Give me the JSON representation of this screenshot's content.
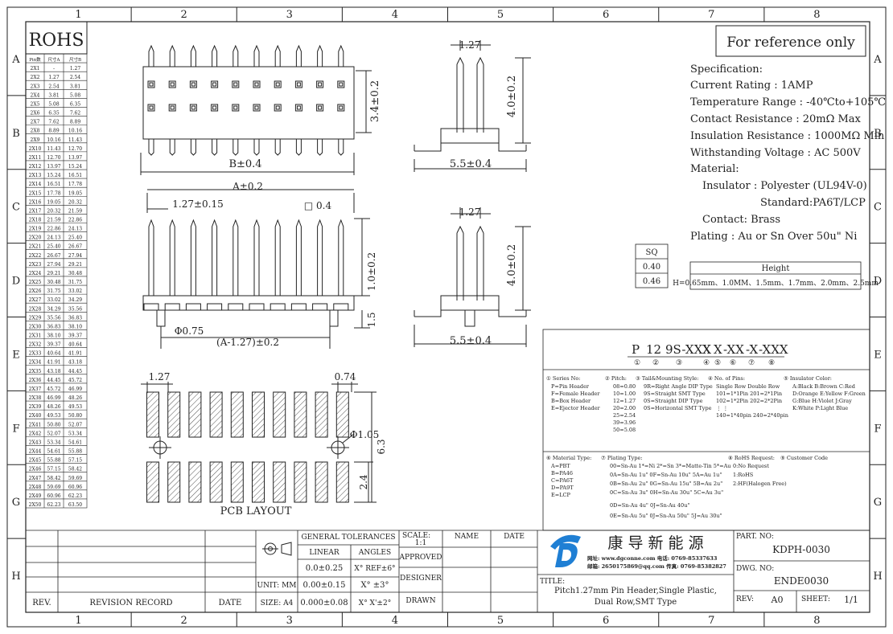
{
  "frame": {
    "col_labels": [
      "1",
      "2",
      "3",
      "4",
      "5",
      "6",
      "7",
      "8"
    ],
    "row_labels": [
      "A",
      "B",
      "C",
      "D",
      "E",
      "F",
      "G",
      "H"
    ]
  },
  "rohs": {
    "title": "ROHS",
    "headers": [
      "Pin数",
      "尺寸A",
      "尺寸B"
    ],
    "rows": [
      [
        "2X1",
        "-",
        "1.27"
      ],
      [
        "2X2",
        "1.27",
        "2.54"
      ],
      [
        "2X3",
        "2.54",
        "3.81"
      ],
      [
        "2X4",
        "3.81",
        "5.08"
      ],
      [
        "2X5",
        "5.08",
        "6.35"
      ],
      [
        "2X6",
        "6.35",
        "7.62"
      ],
      [
        "2X7",
        "7.62",
        "8.89"
      ],
      [
        "2X8",
        "8.89",
        "10.16"
      ],
      [
        "2X9",
        "10.16",
        "11.43"
      ],
      [
        "2X10",
        "11.43",
        "12.70"
      ],
      [
        "2X11",
        "12.70",
        "13.97"
      ],
      [
        "2X12",
        "13.97",
        "15.24"
      ],
      [
        "2X13",
        "15.24",
        "16.51"
      ],
      [
        "2X14",
        "16.51",
        "17.78"
      ],
      [
        "2X15",
        "17.78",
        "19.05"
      ],
      [
        "2X16",
        "19.05",
        "20.32"
      ],
      [
        "2X17",
        "20.32",
        "21.59"
      ],
      [
        "2X18",
        "21.59",
        "22.86"
      ],
      [
        "2X19",
        "22.86",
        "24.13"
      ],
      [
        "2X20",
        "24.13",
        "25.40"
      ],
      [
        "2X21",
        "25.40",
        "26.67"
      ],
      [
        "2X22",
        "26.67",
        "27.94"
      ],
      [
        "2X23",
        "27.94",
        "29.21"
      ],
      [
        "2X24",
        "29.21",
        "30.48"
      ],
      [
        "2X25",
        "30.48",
        "31.75"
      ],
      [
        "2X26",
        "31.75",
        "33.02"
      ],
      [
        "2X27",
        "33.02",
        "34.29"
      ],
      [
        "2X28",
        "34.29",
        "35.56"
      ],
      [
        "2X29",
        "35.56",
        "36.83"
      ],
      [
        "2X30",
        "36.83",
        "38.10"
      ],
      [
        "2X31",
        "38.10",
        "39.37"
      ],
      [
        "2X32",
        "39.37",
        "40.64"
      ],
      [
        "2X33",
        "40.64",
        "41.91"
      ],
      [
        "2X34",
        "41.91",
        "43.18"
      ],
      [
        "2X35",
        "43.18",
        "44.45"
      ],
      [
        "2X36",
        "44.45",
        "45.72"
      ],
      [
        "2X37",
        "45.72",
        "46.99"
      ],
      [
        "2X38",
        "46.99",
        "48.26"
      ],
      [
        "2X39",
        "48.26",
        "49.53"
      ],
      [
        "2X40",
        "49.53",
        "50.80"
      ],
      [
        "2X41",
        "50.80",
        "52.07"
      ],
      [
        "2X42",
        "52.07",
        "53.34"
      ],
      [
        "2X43",
        "53.34",
        "54.61"
      ],
      [
        "2X44",
        "54.61",
        "55.88"
      ],
      [
        "2X45",
        "55.88",
        "57.15"
      ],
      [
        "2X46",
        "57.15",
        "58.42"
      ],
      [
        "2X47",
        "58.42",
        "59.69"
      ],
      [
        "2X48",
        "59.69",
        "60.96"
      ],
      [
        "2X49",
        "60.96",
        "62.23"
      ],
      [
        "2X50",
        "62.23",
        "63.50"
      ]
    ]
  },
  "dims": {
    "d_3_4": "3.4±0.2",
    "d_b": "B±0.4",
    "d_1_27_top": "1.27",
    "d_4_0_top": "4.0±0.2",
    "d_5_5_top": "5.5±0.4",
    "d_a": "A±0.2",
    "d_pitch": "1.27±0.15",
    "d_sq": "□ 0.4",
    "d_1_0": "1.0±0.2",
    "d_1_5": "1.5",
    "d_phi_075": "Φ0.75",
    "d_a_minus": "(A-1.27)±0.2",
    "d_1_27_side": "1.27",
    "d_4_0_side": "4.0±0.2",
    "d_5_5_side": "5.5±0.4",
    "d_pcb_127": "1.27",
    "d_pcb_074": "0.74",
    "d_phi_105": "Φ1.05",
    "d_6_3": "6.3",
    "d_2_4": "2.4",
    "pcb_label": "PCB LAYOUT"
  },
  "reference": "For reference only",
  "spec": [
    "Specification:",
    "Current Rating : 1AMP",
    "Temperature Range : -40℃to+105℃",
    "Contact Resistance : 20mΩ  Max",
    "Insulation Resistance : 1000MΩ Min",
    "Withstanding Voltage : AC 500V",
    "Material:",
    "Insulator : Polyester (UL94V-0)",
    "Standard:PA6T/LCP",
    "Contact: Brass",
    "Plating : Au or Sn Over 50u\" Ni"
  ],
  "sq_table": {
    "header": "SQ",
    "values": [
      "0.40",
      "0.46"
    ]
  },
  "height_table": {
    "header": "Height",
    "value": "H=0.65mm、1.0MM、1.5mm、1.7mm、2.0mm、2.5mm"
  },
  "part_code": {
    "segments": [
      "P",
      "12",
      "9S-XXX",
      "X",
      "X",
      "-XX",
      "-X",
      "-XXX"
    ],
    "circles": [
      "①",
      "②",
      "③",
      "④",
      "⑤",
      "⑥",
      "⑦",
      "⑧"
    ]
  },
  "code_legend": {
    "series_title": "① Series No:",
    "series_items": [
      "P=Pin Header",
      "F=Female Header",
      "B=Box Header",
      "E=Ejector Header"
    ],
    "pitch_title": "② Pitch:",
    "pitch_items": [
      "08=0.80",
      "10=1.00",
      "12=1.27",
      "20=2.00",
      "25=2.54",
      "39=3.96",
      "50=5.08"
    ],
    "tail_title": "③ Tail&Mounting Style:",
    "tail_items": [
      "9R=Right Angle DIP Type",
      "9S=Straight SMT Type",
      "0S=Straight DIP Type",
      "0S=Horizontal SMT Type"
    ],
    "pins_title": "④ No. of Pins:",
    "pins_items": [
      "Single Row  Double Row",
      "101=1*1Pin   201=2*1Pin",
      "102=1*2Pin   202=2*2Pin",
      "  ⋮             ⋮",
      "140=1*40pin  240=2*40pin"
    ],
    "color_title": "⑤ Insulator Color:",
    "color_items": [
      "A:Black B:Brown C:Red",
      "D:Orange E:Yellow F:Green",
      "G:Blue H:Violet J:Gray",
      "K:White P:Light Blue"
    ],
    "material_title": "⑥ Material Type:",
    "material_items": [
      "A=PBT",
      "B=PA46",
      "C=PA6T",
      "D=PA9T",
      "E=LCP"
    ],
    "plating_title": "⑦ Plating Type:",
    "plating_items": [
      "00=Sn-Au 1*=Ni 2*=Sn 3*=Matte-Tin 5*=Au",
      "0A=Sn-Au 1u\" 0F=Sn-Au 10u\" 5A=Au 1u\"",
      "0B=Sn-Au 2u\" 0G=Sn-Au 15u\" 5B=Au 2u\"",
      "0C=Sn-Au 3u\" 0H=Sn-Au 30u\" 5C=Au 3u\"",
      "0D=Sn-Au 4u\" 0J=Sn-Au 40u\"",
      "0E=Sn-Au 5u\" 0J=Sn-Au 50u\" 5J=Au 30u\""
    ],
    "rohs_title": "⑧ RoHS Request:",
    "rohs_items": [
      "0:No Request",
      "1:RoHS",
      "2:HF(Halogen Free)"
    ],
    "customer_title": "⑨ Customer Code"
  },
  "title_block": {
    "rev": "REV.",
    "revision_record": "REVISION RECORD",
    "date": "DATE",
    "unit": "UNIT: MM",
    "size": "SIZE: A4",
    "general_tol": "GENERAL TOLERANCES",
    "linear": "LINEAR",
    "angles": "ANGLES",
    "lin1": "0.0±0.25",
    "lin2": "0.00±0.15",
    "lin3": "0.000±0.08",
    "ang1": "X° REF±6°",
    "ang2": "X° ±3°",
    "ang3": "X° X'±2°",
    "scale": "SCALE:",
    "scale_val": "1:1",
    "approved": "APPROVED",
    "designer": "DESIGNER",
    "drawn": "DRAWN",
    "name": "NAME",
    "date2": "DATE",
    "company": "康 导 新 能 源",
    "web": "网址: www.dgconne.com  电话: 0769-85337633",
    "mail": "邮箱: 2650175869@qq.com  传真: 0769-85382827",
    "title_label": "TITLE:",
    "title_1": "Pitch1.27mm Pin Header,Single Plastic,",
    "title_2": "Dual Row,SMT Type",
    "part_no_label": "PART. NO:",
    "part_no": "KDPH-0030",
    "dwg_no_label": "DWG. NO:",
    "dwg_no": "ENDE0030",
    "rev_label": "REV:",
    "rev_val": "A0",
    "sheet_label": "SHEET:",
    "sheet_val": "1/1"
  }
}
